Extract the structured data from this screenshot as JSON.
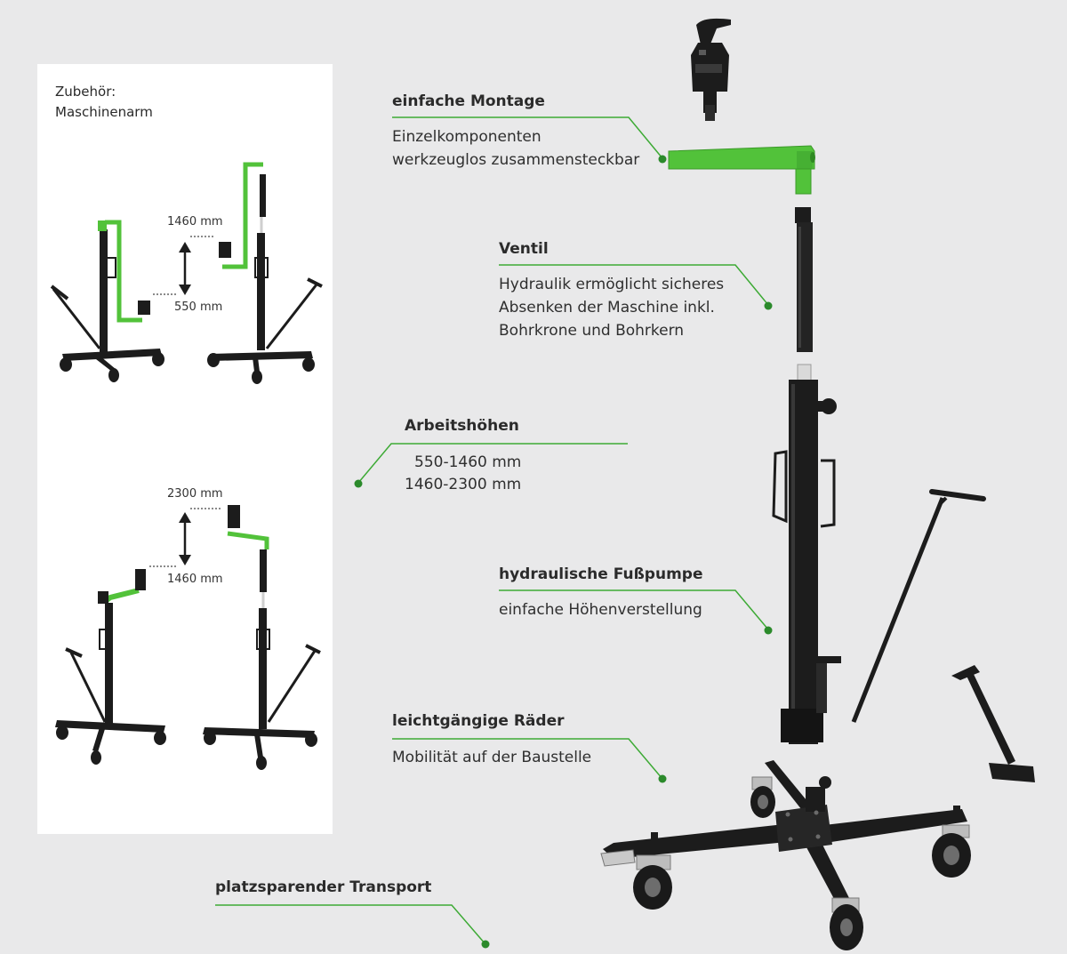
{
  "accessory_panel": {
    "caption_line1": "Zubehör:",
    "caption_line2": "Maschinenarm",
    "dims_top": [
      "1460 mm",
      "550 mm"
    ],
    "dims_bottom": [
      "2300 mm",
      "1460 mm"
    ]
  },
  "callouts": [
    {
      "title": "einfache Montage",
      "lines": [
        "Einzelkomponenten",
        "werkzeuglos zusammensteckbar"
      ]
    },
    {
      "title": "Ventil",
      "lines": [
        "Hydraulik ermöglicht sicheres",
        "Absenken der Maschine inkl.",
        "Bohrkrone und Bohrkern"
      ]
    },
    {
      "title": "Arbeitshöhen",
      "lines": [
        "550-1460 mm",
        "1460-2300 mm"
      ]
    },
    {
      "title": "hydraulische Fußpumpe",
      "lines": [
        "einfache Höhenverstellung"
      ]
    },
    {
      "title": "leichtgängige Räder",
      "lines": [
        "Mobilität auf der Baustelle"
      ]
    },
    {
      "title": "platzsparender Transport",
      "lines": []
    }
  ],
  "colors": {
    "accent_green": "#3daa35",
    "arm_green": "#52c23a",
    "frame_black": "#1c1c1c",
    "background": "#e9e9ea",
    "panel": "#ffffff"
  },
  "icons": [
    "clamp-handle-icon",
    "t-handle-icon",
    "foot-pedal-icon",
    "wheel-icon",
    "double-arrow-icon"
  ]
}
